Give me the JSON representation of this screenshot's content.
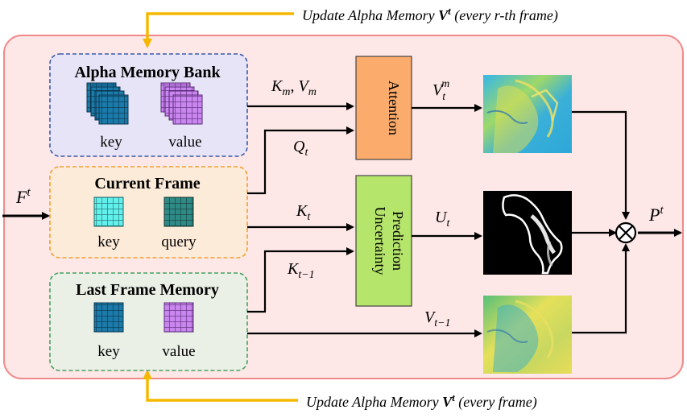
{
  "top_update": {
    "prefix": "Update Alpha Memory ",
    "var": "V",
    "sup": "t",
    "suffix": " (every r-th frame)"
  },
  "bottom_update": {
    "prefix": "Update Alpha Memory ",
    "var": "V",
    "sup": "t",
    "suffix": " (every frame)"
  },
  "input": {
    "var": "F",
    "sup": "t"
  },
  "output": {
    "var": "P",
    "sup": "t"
  },
  "alpha_memory_bank": {
    "title": "Alpha Memory Bank",
    "key_label": "key",
    "value_label": "value"
  },
  "current_frame": {
    "title": "Current Frame",
    "key_label": "key",
    "query_label": "query"
  },
  "last_frame_memory": {
    "title": "Last Frame Memory",
    "key_label": "key",
    "value_label": "value"
  },
  "attention": {
    "label": "Attention"
  },
  "uncertainty": {
    "line1": "Uncertainty",
    "line2": "Prediction"
  },
  "edge_labels": {
    "km_vm": {
      "a": "K",
      "a_sub": "m",
      "sep": ", ",
      "b": "V",
      "b_sub": "m"
    },
    "qt": {
      "a": "Q",
      "a_sub": "t"
    },
    "kt": {
      "a": "K",
      "a_sub": "t"
    },
    "kt1": {
      "a": "K",
      "a_sub": "t−1"
    },
    "vtm": {
      "a": "V",
      "a_sub": "t",
      "a_sup": "m"
    },
    "ut": {
      "a": "U",
      "a_sub": "t"
    },
    "vt1": {
      "a": "V",
      "a_sub": "t−1"
    }
  },
  "colors": {
    "outer_fill": "#fde7e7",
    "outer_stroke": "#f08a8a",
    "update_arrow": "#f5b800",
    "alpha_bank_fill": "#e6e4f6",
    "alpha_bank_stroke": "#3d59a8",
    "current_fill": "#fdebd9",
    "current_stroke": "#f0a030",
    "last_fill": "#eaf0e6",
    "last_stroke": "#48a060",
    "attention_fill": "#fbab6c",
    "uncertainty_fill": "#b5e56b",
    "key_blue": "#1b7aa8",
    "value_purple": "#c986ef",
    "key_cyan": "#63f0ec",
    "query_teal": "#2f8a86"
  }
}
